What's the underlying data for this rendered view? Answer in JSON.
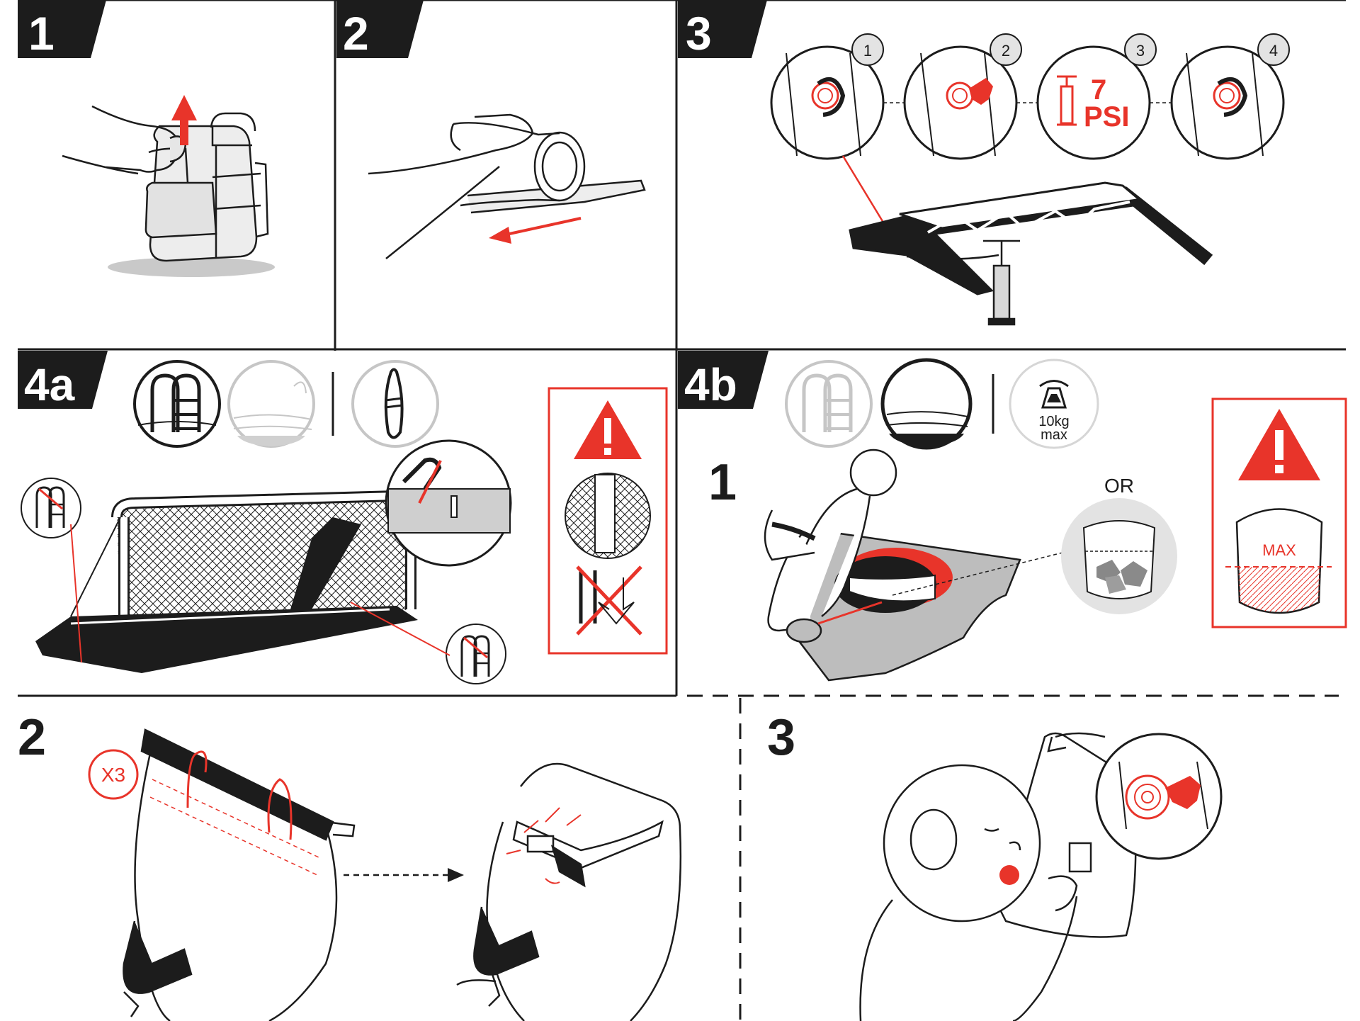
{
  "steps": {
    "s1": "1",
    "s2": "2",
    "s3": "3",
    "s4a": "4a",
    "s4b": "4b",
    "b1": "1",
    "b2": "2",
    "b3": "3"
  },
  "inflation": {
    "markers": [
      "1",
      "2",
      "3",
      "4"
    ],
    "pressure_value": "7",
    "pressure_unit": "PSI"
  },
  "anchoring": {
    "weight_line1": "10kg",
    "weight_line2": "max",
    "or_label": "OR",
    "max_label": "MAX",
    "repeat_label": "X3"
  },
  "colors": {
    "accent_red": "#e8342a",
    "ink": "#1c1c1c",
    "grey": "#cfcfcf"
  }
}
